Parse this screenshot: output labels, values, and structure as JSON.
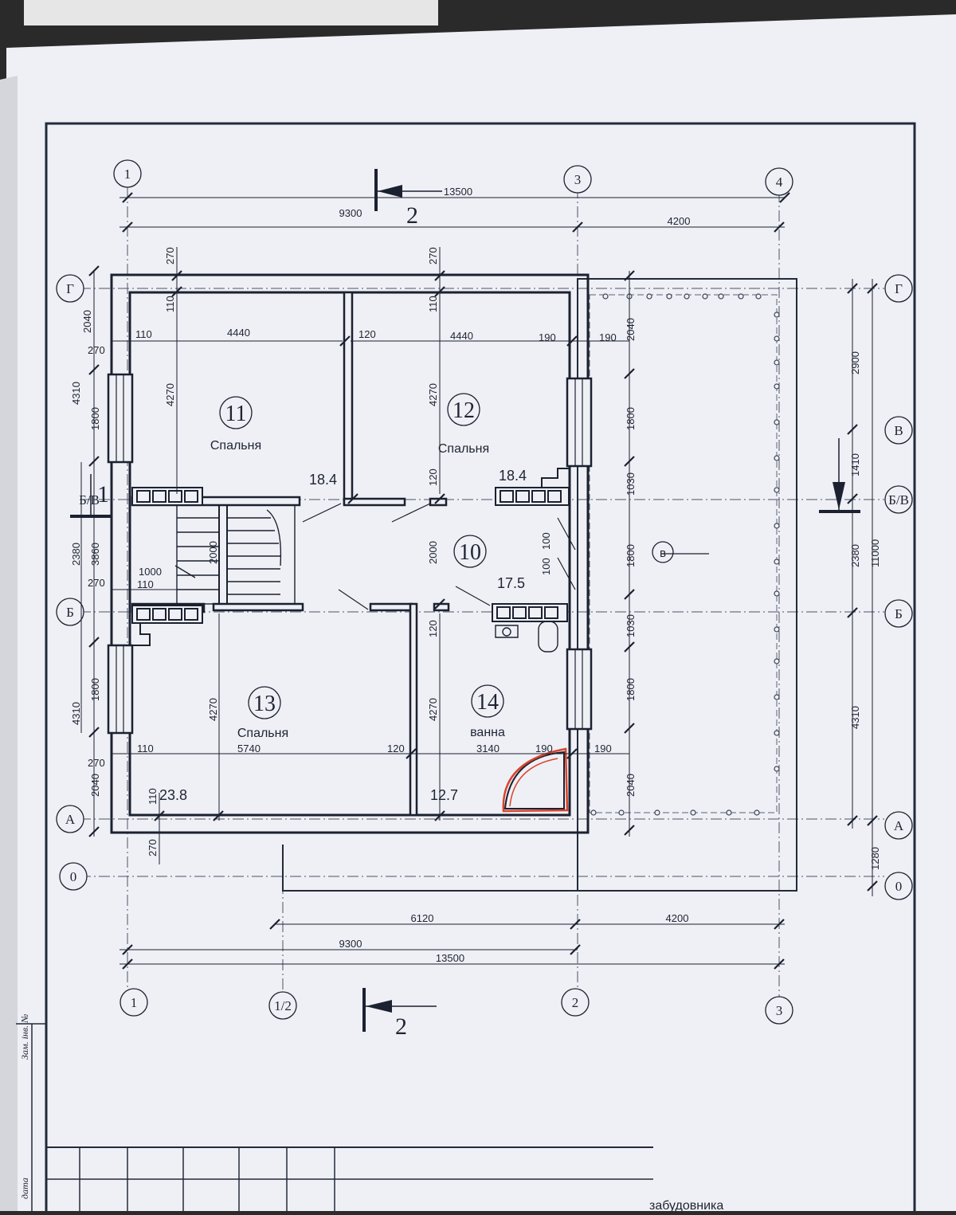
{
  "grid": {
    "top_axes": [
      "1",
      "3",
      "4"
    ],
    "bottom_axes": [
      "1",
      "1/2",
      "2",
      "3"
    ],
    "left_axes": [
      "Г",
      "Б/В",
      "Б",
      "А",
      "0"
    ],
    "right_axes": [
      "Г",
      "В",
      "Б/В",
      "Б",
      "А",
      "0"
    ]
  },
  "section_marks": {
    "top": "2",
    "bottom": "2",
    "left": "1"
  },
  "rooms": [
    {
      "num": "11",
      "name": "Спальня",
      "area": "18.4"
    },
    {
      "num": "12",
      "name": "Спальня",
      "area": "18.4"
    },
    {
      "num": "10",
      "name": "",
      "area": "17.5"
    },
    {
      "num": "13",
      "name": "Спальня",
      "area": "23.8"
    },
    {
      "num": "14",
      "name": "ванна",
      "area": "12.7"
    }
  ],
  "terrace_mark": "в",
  "dims": {
    "top_total": "13500",
    "top_a": "9300",
    "top_b": "4200",
    "bottom_a": "6120",
    "bottom_b": "4200",
    "bottom_c": "9300",
    "bottom_total": "13500",
    "wall_270": "270",
    "wall_110": "110",
    "wall_120": "120",
    "wall_190": "190",
    "room_4440": "4440",
    "room_4270": "4270",
    "room_5740": "5740",
    "room_3140": "3140",
    "h_2040": "2040",
    "h_1800": "1800",
    "h_4310": "4310",
    "h_2380": "2380",
    "h_3860": "3860",
    "h_1000": "1000",
    "h_2000": "2000",
    "h_1030": "1030",
    "h_100": "100",
    "h_2900": "2900",
    "h_1410": "1410",
    "h_11000": "11000",
    "h_1280": "1280"
  },
  "stamp_text": "Зам. інв. №",
  "stamp_text_2": "дата",
  "footer_text": "забудовника"
}
